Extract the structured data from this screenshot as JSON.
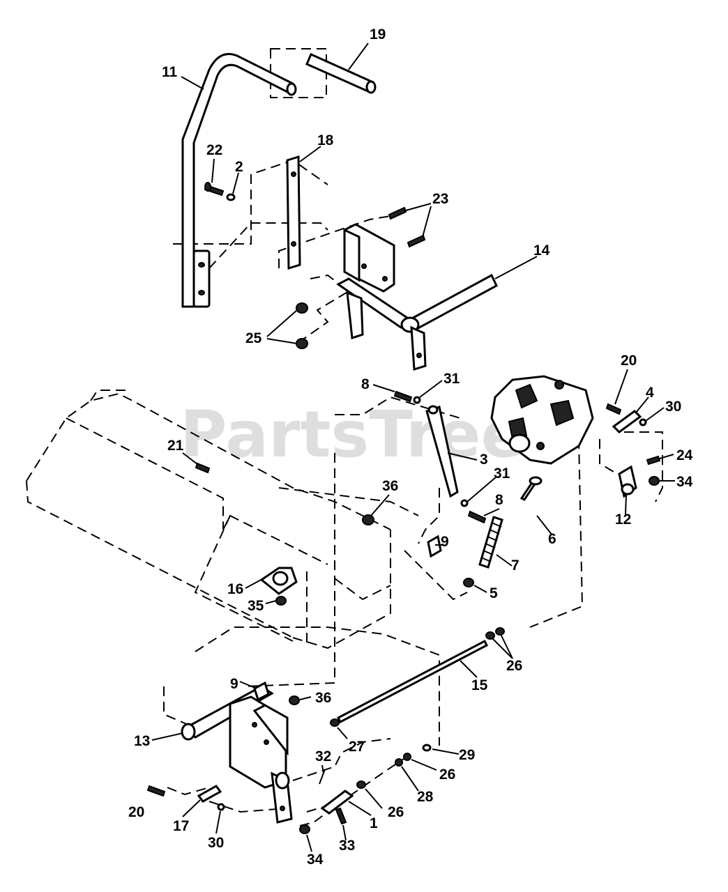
{
  "watermark": "PartsTree",
  "callouts": [
    {
      "id": "c19a",
      "text": "19"
    },
    {
      "id": "c11",
      "text": "11"
    },
    {
      "id": "c18",
      "text": "18"
    },
    {
      "id": "c22",
      "text": "22"
    },
    {
      "id": "c2",
      "text": "2"
    },
    {
      "id": "c23",
      "text": "23"
    },
    {
      "id": "c14",
      "text": "14"
    },
    {
      "id": "c25",
      "text": "25"
    },
    {
      "id": "c8a",
      "text": "8"
    },
    {
      "id": "c31a",
      "text": "31"
    },
    {
      "id": "c20a",
      "text": "20"
    },
    {
      "id": "c4",
      "text": "4"
    },
    {
      "id": "c30a",
      "text": "30"
    },
    {
      "id": "c21",
      "text": "21"
    },
    {
      "id": "c3",
      "text": "3"
    },
    {
      "id": "c24",
      "text": "24"
    },
    {
      "id": "c34a",
      "text": "34"
    },
    {
      "id": "c31b",
      "text": "31"
    },
    {
      "id": "c8b",
      "text": "8"
    },
    {
      "id": "c12",
      "text": "12"
    },
    {
      "id": "c36a",
      "text": "36"
    },
    {
      "id": "c6",
      "text": "6"
    },
    {
      "id": "c9a",
      "text": "9"
    },
    {
      "id": "c7",
      "text": "7"
    },
    {
      "id": "c16",
      "text": "16"
    },
    {
      "id": "c35",
      "text": "35"
    },
    {
      "id": "c5",
      "text": "5"
    },
    {
      "id": "c26a",
      "text": "26"
    },
    {
      "id": "c15",
      "text": "15"
    },
    {
      "id": "c9b",
      "text": "9"
    },
    {
      "id": "c36b",
      "text": "36"
    },
    {
      "id": "c13",
      "text": "13"
    },
    {
      "id": "c27",
      "text": "27"
    },
    {
      "id": "c29",
      "text": "29"
    },
    {
      "id": "c32",
      "text": "32"
    },
    {
      "id": "c26b",
      "text": "26"
    },
    {
      "id": "c28",
      "text": "28"
    },
    {
      "id": "c20b",
      "text": "20"
    },
    {
      "id": "c17",
      "text": "17"
    },
    {
      "id": "c26c",
      "text": "26"
    },
    {
      "id": "c1",
      "text": "1"
    },
    {
      "id": "c30b",
      "text": "30"
    },
    {
      "id": "c33",
      "text": "33"
    },
    {
      "id": "c34b",
      "text": "34"
    }
  ]
}
